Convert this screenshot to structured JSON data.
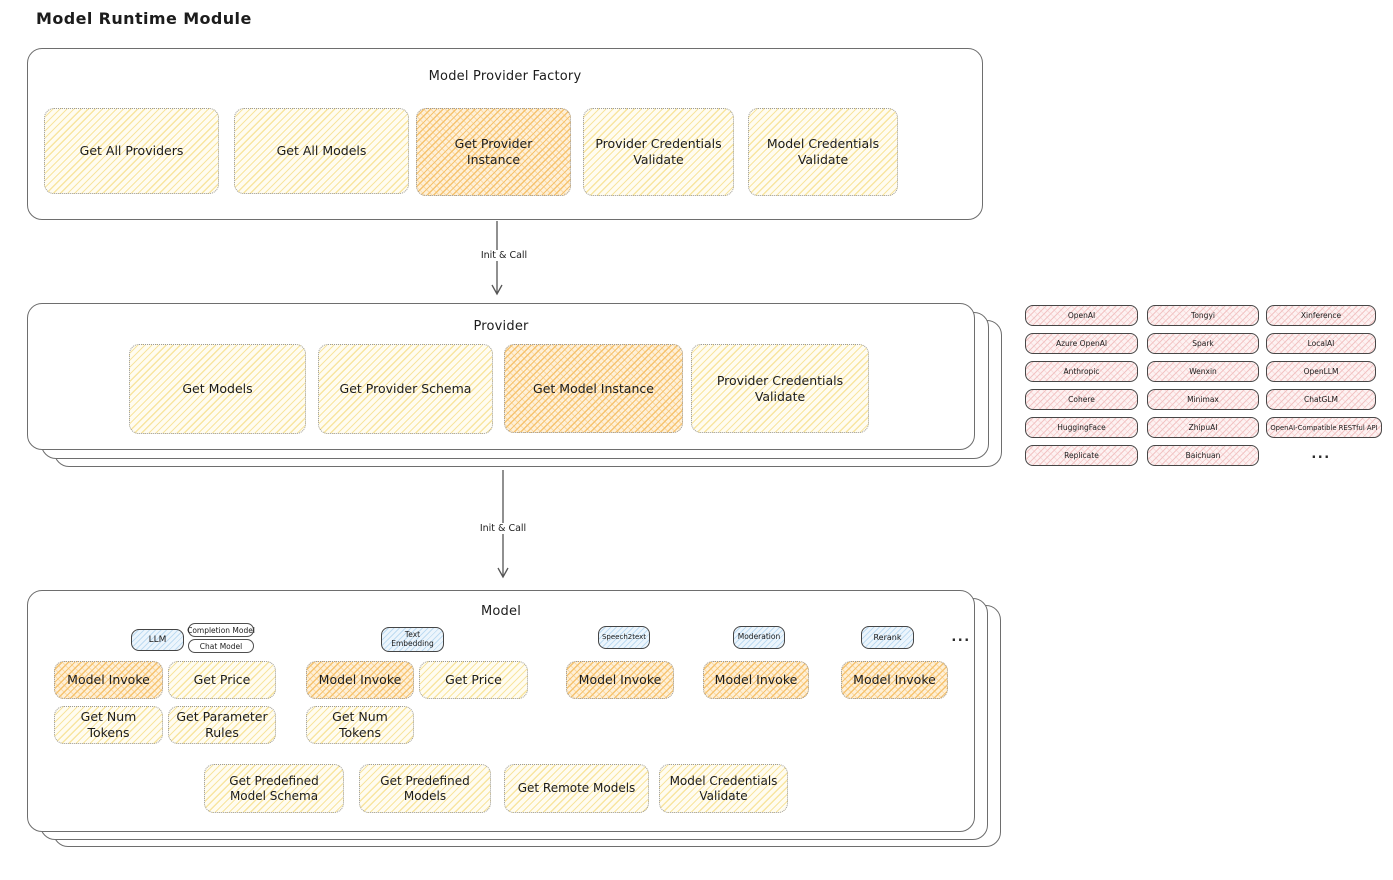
{
  "title": "Model Runtime Module",
  "arrows": [
    {
      "label": "Init & Call"
    },
    {
      "label": "Init & Call"
    }
  ],
  "factory": {
    "title": "Model Provider Factory",
    "buttons": [
      {
        "label": "Get All Providers",
        "highlight": false
      },
      {
        "label": "Get All Models",
        "highlight": false
      },
      {
        "label": "Get Provider Instance",
        "highlight": true
      },
      {
        "label": "Provider Credentials Validate",
        "highlight": false
      },
      {
        "label": "Model Credentials Validate",
        "highlight": false
      }
    ]
  },
  "provider": {
    "title": "Provider",
    "buttons": [
      {
        "label": "Get Models",
        "highlight": false
      },
      {
        "label": "Get Provider Schema",
        "highlight": false
      },
      {
        "label": "Get Model Instance",
        "highlight": true
      },
      {
        "label": "Provider Credentials Validate",
        "highlight": false
      }
    ]
  },
  "providers_grid": {
    "columns": [
      {
        "items": [
          "OpenAI",
          "Azure OpenAI",
          "Anthropic",
          "Cohere",
          "HuggingFace",
          "Replicate"
        ]
      },
      {
        "items": [
          "Tongyi",
          "Spark",
          "Wenxin",
          "Minimax",
          "ZhipuAI",
          "Baichuan"
        ]
      },
      {
        "items": [
          "Xinference",
          "LocalAI",
          "OpenLLM",
          "ChatGLM",
          "OpenAI-Compatible RESTful API"
        ]
      }
    ],
    "more": "..."
  },
  "model": {
    "title": "Model",
    "groups": [
      {
        "badges": [
          {
            "label": "LLM",
            "style": "blue"
          },
          {
            "label": "Completion Model",
            "style": "white"
          },
          {
            "label": "Chat Model",
            "style": "white"
          }
        ],
        "ops": [
          {
            "label": "Model Invoke",
            "highlight": true
          },
          {
            "label": "Get Price",
            "highlight": false
          },
          {
            "label": "Get Num Tokens",
            "highlight": false
          },
          {
            "label": "Get Parameter Rules",
            "highlight": false
          }
        ]
      },
      {
        "badges": [
          {
            "label": "Text Embedding",
            "style": "blue"
          }
        ],
        "ops": [
          {
            "label": "Model Invoke",
            "highlight": true
          },
          {
            "label": "Get Price",
            "highlight": false
          },
          {
            "label": "Get Num Tokens",
            "highlight": false
          }
        ]
      },
      {
        "badges": [
          {
            "label": "Speech2text",
            "style": "blue"
          }
        ],
        "ops": [
          {
            "label": "Model Invoke",
            "highlight": true
          }
        ]
      },
      {
        "badges": [
          {
            "label": "Moderation",
            "style": "blue"
          }
        ],
        "ops": [
          {
            "label": "Model Invoke",
            "highlight": true
          }
        ]
      },
      {
        "badges": [
          {
            "label": "Rerank",
            "style": "blue"
          }
        ],
        "ops": [
          {
            "label": "Model Invoke",
            "highlight": true
          }
        ]
      }
    ],
    "more": "...",
    "bottom_ops": [
      "Get Predefined Model Schema",
      "Get Predefined Models",
      "Get Remote Models",
      "Model Credentials Validate"
    ]
  },
  "colors": {
    "ink": "#1c1c1c",
    "box_border": "#6e6e6e",
    "op_fill": "#fffcf0",
    "op_hatch": "#f8e5a0",
    "op_highlight_fill": "#fef0d8",
    "op_highlight_hatch": "#f6c36f",
    "provider_pill_fill": "#fdf2f2",
    "provider_pill_hatch": "#f2c4c4",
    "type_badge_fill": "#ecf5fc",
    "type_badge_hatch": "#bfdcf2"
  }
}
